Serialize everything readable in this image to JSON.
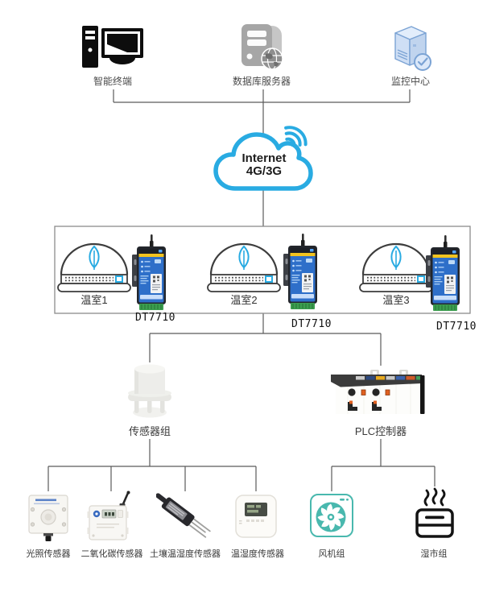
{
  "top_row": {
    "nodes": [
      {
        "label": "智能终端",
        "icon": "desktop-computer-icon"
      },
      {
        "label": "数据库服务器",
        "icon": "database-server-icon"
      },
      {
        "label": "监控中心",
        "icon": "monitoring-center-icon"
      }
    ]
  },
  "network_cloud": {
    "line1": "Internet",
    "line2": "4G/3G"
  },
  "greenhouse_box": {
    "units": [
      {
        "name": "温室1",
        "device_model": "DT7710"
      },
      {
        "name": "温室2",
        "device_model": "DT7710"
      },
      {
        "name": "温室3",
        "device_model": "DT7710"
      }
    ]
  },
  "field_nodes": [
    {
      "label": "传感器组"
    },
    {
      "label": "PLC控制器"
    }
  ],
  "sensors": [
    {
      "label": "光照传感器"
    },
    {
      "label": "二氧化碳传感器"
    },
    {
      "label": "土壤温湿度传感器"
    },
    {
      "label": "温湿度传感器"
    }
  ],
  "actuators": [
    {
      "label": "风机组"
    },
    {
      "label": "湿市组"
    }
  ],
  "colors": {
    "cloud_blue": "#29ABE2",
    "leaf_blue": "#29ABE2",
    "fan_teal": "#49B8AE",
    "device_blue": "#2E6FC9",
    "connector_gray": "#5A5A5A"
  }
}
